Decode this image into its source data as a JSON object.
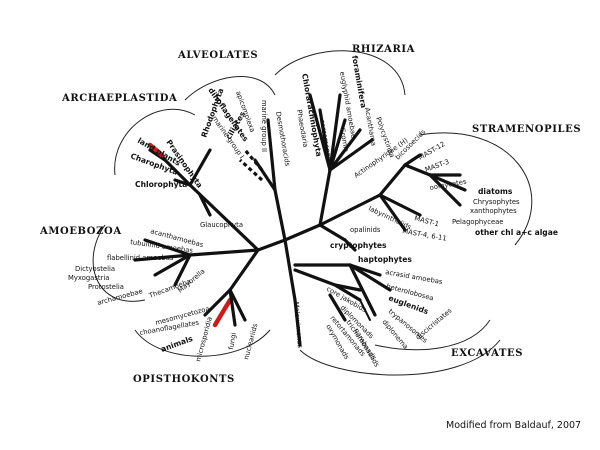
{
  "groups": {
    "alveolates": "ALVEOLATES",
    "rhizaria": "RHIZARIA",
    "archaeplastida": "ARCHAEPLASTIDA",
    "stramenopiles": "STRAMENOPILES",
    "amoebozoa": "AMOEBOZOA",
    "excavates": "EXCAVATES",
    "opisthokonts": "OPISTHOKONTS"
  },
  "taxa": {
    "marine_group_ii": "marine group II",
    "apicomplexa": "apicomplexa",
    "dinoflagellates": "dinoflagellates",
    "marine_group_i": "marine group I",
    "ciliates": "ciliates",
    "desmothoracids": "Desmothoracids",
    "phaeodaria": "Phaeodaria",
    "chlorarachniophyta": "Chlorarachniophyta",
    "euglyphid_amoebae": "euglyphid amoebae",
    "cercomonads": "cercomonads",
    "foraminifera": "foraminifera",
    "acantharea": "Acantharea",
    "polycystinea": "Polycystinea",
    "gromia": "Gromia",
    "rhodophyta": "Rhodophyta",
    "prasinophyta": "Prasinophyta",
    "land_plants": "land plants",
    "charophyta": "Charophyta",
    "chlorophyta": "Chlorophyta",
    "glaucophyta": "Glaucophyta",
    "actinophyridae": "Actinophyridae (H)",
    "bicosoecids": "bicosoecids",
    "mast12": "MAST-12",
    "mast3": "MAST-3",
    "oomycetes": "oomycetes",
    "diatoms": "diatoms",
    "chrysophytes": "Chrysophytes",
    "xanthophytes": "xanthophytes",
    "pelagophyceae": "Pelagophyceae",
    "other_chl": "other chl a+c algae",
    "mast1": "MAST-1",
    "mast4611": "MAST-4, 6-11",
    "labyrinthulids": "labyrinthulids",
    "opalinids": "opalinids",
    "cryptophytes": "cryptophytes",
    "haptophytes": "haptophytes",
    "acanthamoebae": "acanthamoebas",
    "tubulinid": "tubulinid amoebas",
    "flabellinid": "flabellinid amoebas",
    "dictyostelia": "Dictyostelia",
    "myxogastria": "Myxogastria",
    "protostelia": "Protostelia",
    "archamoebae": "archamoebae",
    "thecamoeba": "Thecamoeba",
    "mayorella": "Mayorella",
    "mesomycetozoa": "mesomycetozoa",
    "choanoflagellates": "choanoflagellates",
    "animals": "animals",
    "microsporidia": "microsporidia",
    "fungi": "fungi",
    "nucleariids": "nucleariids",
    "malawimonas": "Malawimonas",
    "core_jakobids": "core jakobids",
    "diplomonads": "diplomonads",
    "retortamonads": "retortamonads",
    "trichomonads": "trichomonads",
    "oxymonads": "oxymonads",
    "parabasalids": "parabasalids",
    "acrasid": "acrasid amoebas",
    "heterolobosea": "heterolobosea",
    "euglenids": "euglenids",
    "trypanosomes": "trypanosomes",
    "diplonema": "diplonema",
    "discicristates": "discicristates"
  },
  "credit": "Modified from Baldauf, 2007"
}
